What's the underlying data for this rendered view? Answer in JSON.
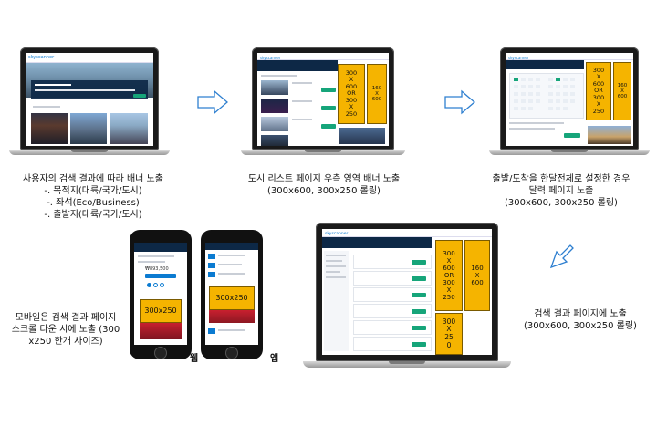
{
  "captions": {
    "laptop1": "사용자의 검색 결과에 따라 배너 노출\n-. 목적지(대륙/국가/도시)\n-. 좌석(Eco/Business)\n-. 출발지(대륙/국가/도시)",
    "laptop2": "도시 리스트 페이지  우측 영역 배너 노출\n(300x600,   300x250 롤링)",
    "laptop3": "출발/도착을 한달전체로  설정한 경우\n달력 페이지 노출\n(300x600,   300x250 롤링)",
    "laptop4": "검색 결과 페이지에 노출\n(300x600,   300x250 롤링)",
    "mobile": "모바일은 검색 결과 페이지\n스크롤 다운 시에 노출  (300\nx250  한개 사이즈)"
  },
  "device_labels": {
    "web": "웹",
    "app": "앱"
  },
  "banners": {
    "b300x600_or_300x250": "300\nX\n600\nOR\n300\nX\n250",
    "b160x600": "160\nX\n600",
    "b300x250_vertical": "300\nX\n25\n0",
    "b300x250": "300x250"
  },
  "screens": {
    "logo": "skyscanner",
    "price_web": "₩893,500"
  },
  "colors": {
    "banner_yellow": "#f5b400",
    "arrow_blue": "#2e7fd0",
    "header_navy": "#0d2846",
    "button_green": "#16a57a",
    "ad_red": "#b81d2b"
  }
}
